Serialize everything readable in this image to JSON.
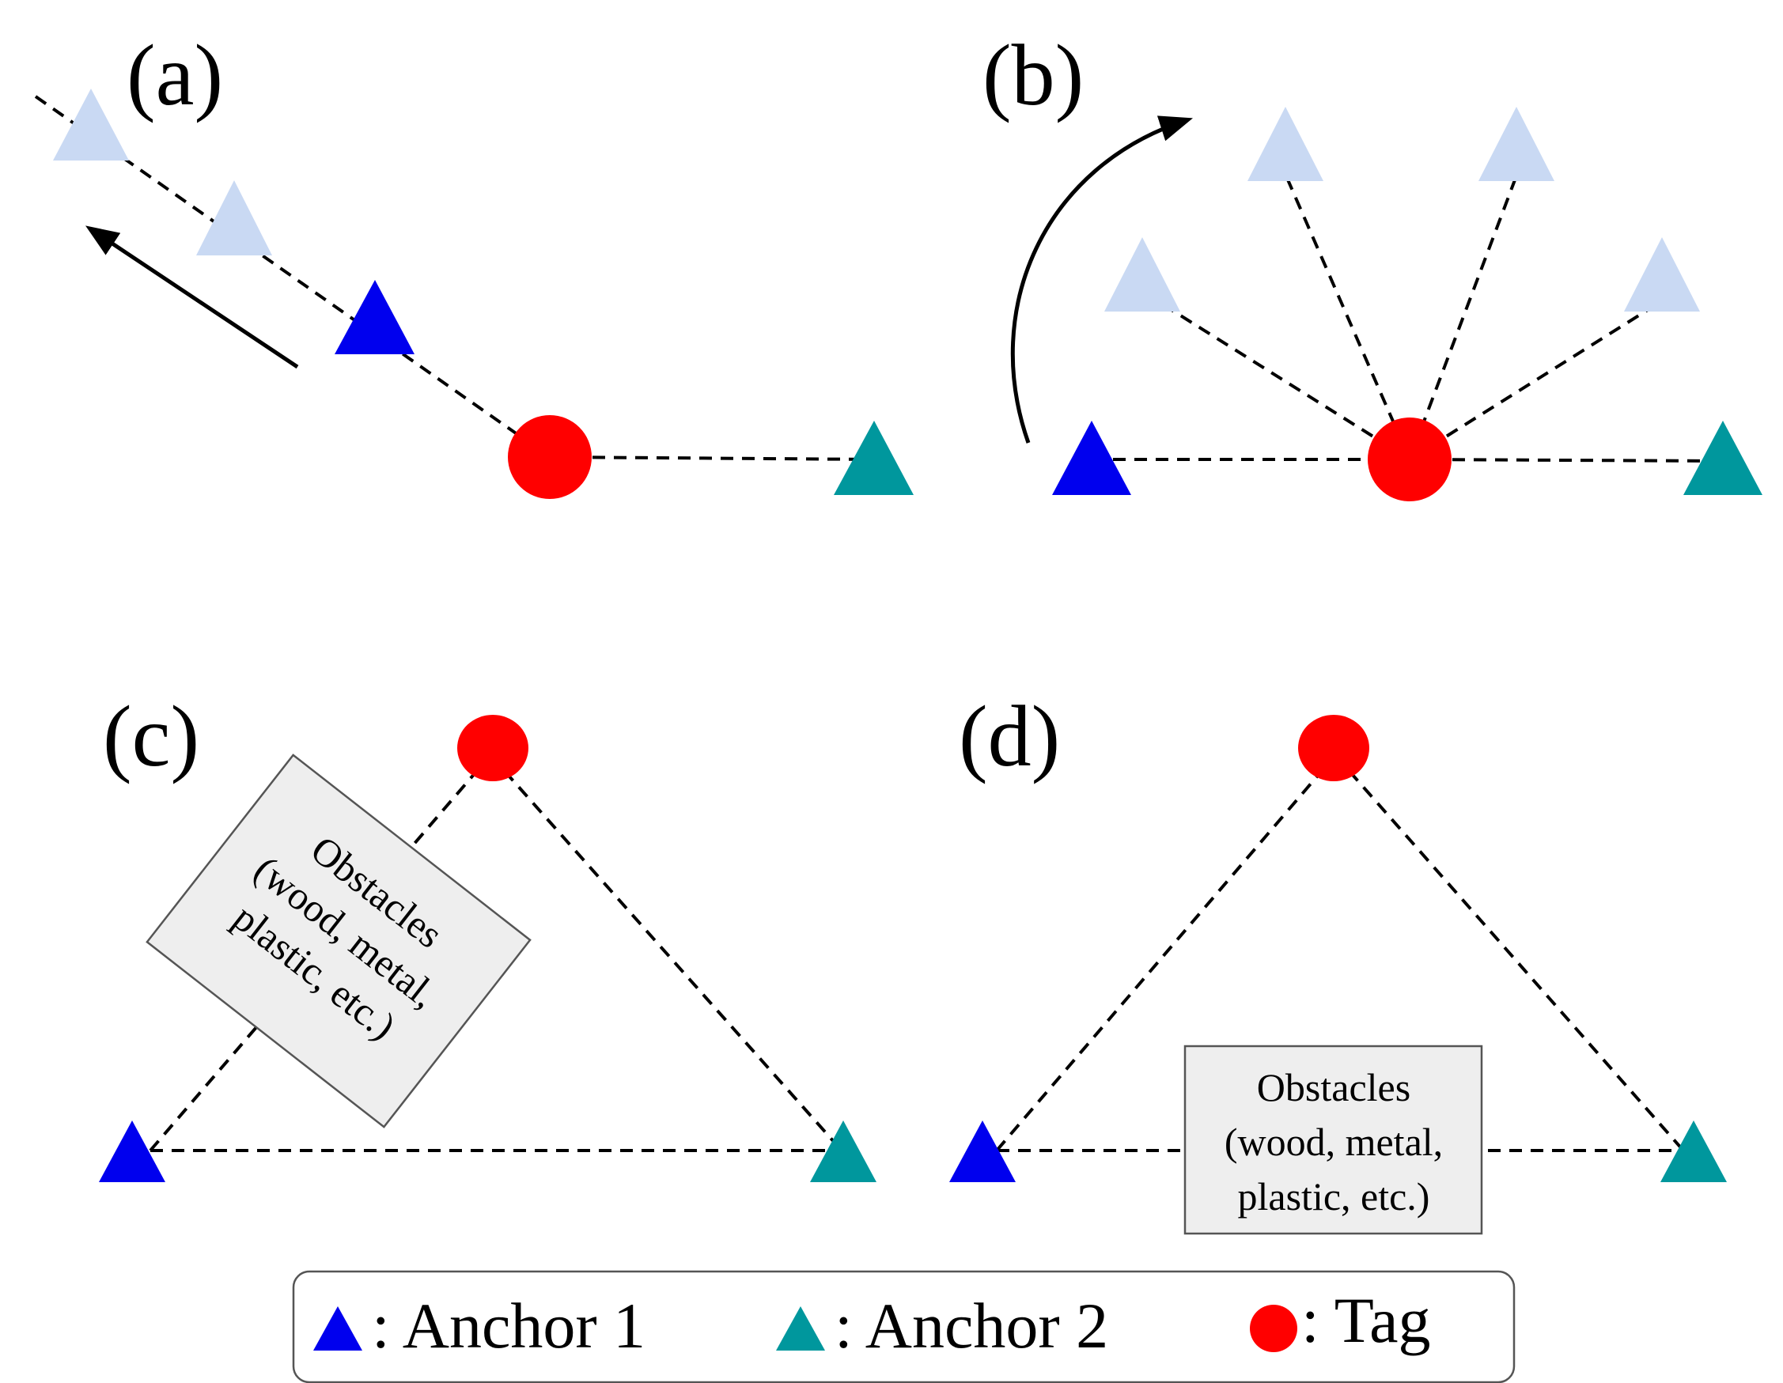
{
  "panels": {
    "a": "(a)",
    "b": "(b)",
    "c": "(c)",
    "d": "(d)"
  },
  "obstacle_label": [
    "Obstacles",
    "(wood, metal,",
    "plastic, etc.)"
  ],
  "legend": {
    "anchor1": ": Anchor 1",
    "anchor2": ": Anchor 2",
    "tag": ": Tag"
  },
  "colors": {
    "anchor1": "#0000ee",
    "anchor2": "#00979d",
    "tag": "#ff0000",
    "moved_anchor": "#c9d9f3",
    "obstacle_fill": "#eeeeee"
  }
}
